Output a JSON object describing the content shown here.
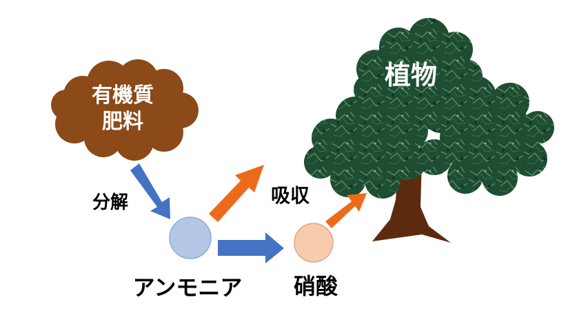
{
  "diagram": {
    "fertilizer": {
      "line1": "有機質",
      "line2": "肥料",
      "fill_color": "#8b4a18"
    },
    "decomposition_label": "分解",
    "absorption_label": "吸収",
    "ammonia_label": "アンモニア",
    "nitrate_label": "硝酸",
    "plant_label": "植物",
    "colors": {
      "blue_arrow": "#4472c4",
      "orange_arrow": "#ed6a1a",
      "ammonia_circle": "#b4c7e7",
      "nitrate_circle": "#f8cbad",
      "canopy": "#1e4d32",
      "trunk": "#5c2a0e"
    }
  }
}
